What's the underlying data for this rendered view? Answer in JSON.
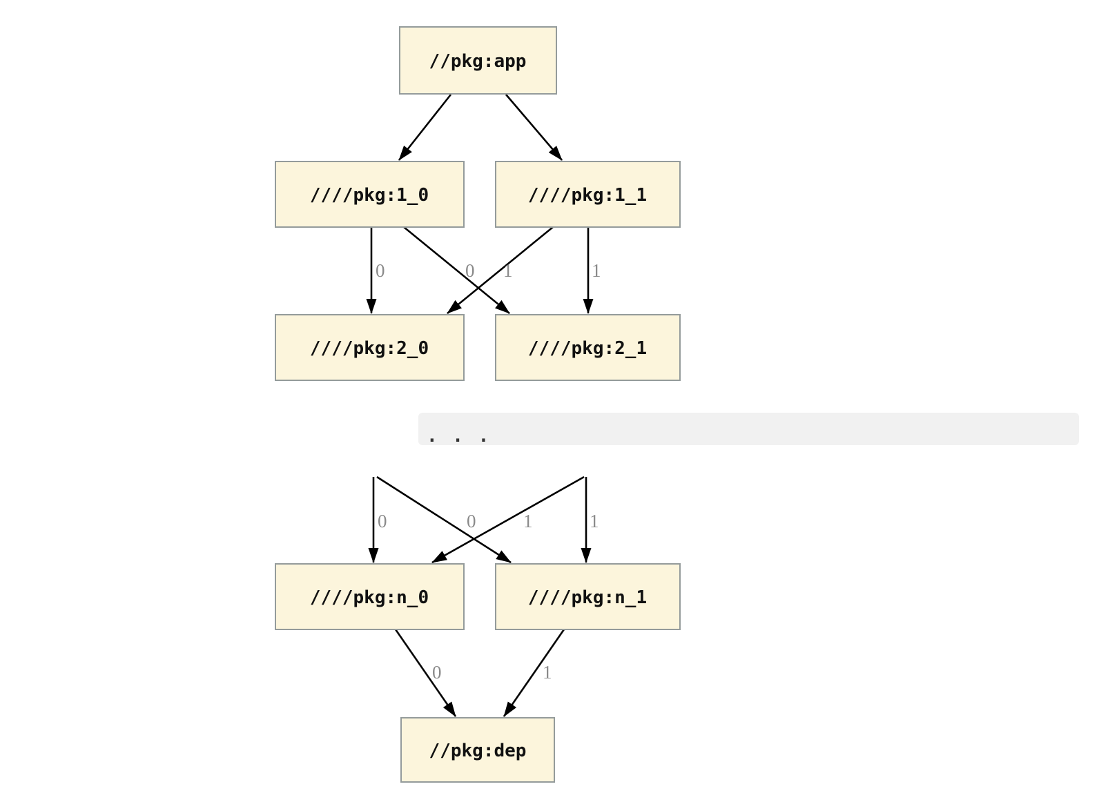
{
  "graph": {
    "description": "Dependency graph of packages with version-selection edge labels",
    "nodes": [
      {
        "id": "app",
        "label": "//pkg:app"
      },
      {
        "id": "1_0",
        "label": "////pkg:1_0"
      },
      {
        "id": "1_1",
        "label": "////pkg:1_1"
      },
      {
        "id": "2_0",
        "label": "////pkg:2_0"
      },
      {
        "id": "2_1",
        "label": "////pkg:2_1"
      },
      {
        "id": "n_0",
        "label": "////pkg:n_0"
      },
      {
        "id": "n_1",
        "label": "////pkg:n_1"
      },
      {
        "id": "dep",
        "label": "//pkg:dep"
      }
    ],
    "edges": [
      {
        "from": "//pkg:app",
        "to": "////pkg:1_0",
        "label": ""
      },
      {
        "from": "//pkg:app",
        "to": "////pkg:1_1",
        "label": ""
      },
      {
        "from": "////pkg:1_0",
        "to": "////pkg:2_0",
        "label": "0"
      },
      {
        "from": "////pkg:1_0",
        "to": "////pkg:2_1",
        "label": "1"
      },
      {
        "from": "////pkg:1_1",
        "to": "////pkg:2_0",
        "label": "0"
      },
      {
        "from": "////pkg:1_1",
        "to": "////pkg:2_1",
        "label": "1"
      },
      {
        "from": "...",
        "to": "////pkg:n_0",
        "label": "0"
      },
      {
        "from": "...",
        "to": "////pkg:n_1",
        "label": "1"
      },
      {
        "from": "...",
        "to": "////pkg:n_0",
        "label": "0"
      },
      {
        "from": "...",
        "to": "////pkg:n_1",
        "label": "1"
      },
      {
        "from": "////pkg:n_0",
        "to": "//pkg:dep",
        "label": "0"
      },
      {
        "from": "////pkg:n_1",
        "to": "//pkg:dep",
        "label": "1"
      }
    ],
    "ellipsis": ". . .",
    "colors": {
      "node_fill": "#fcf5dc",
      "node_border": "#949b9b",
      "edge": "#000000",
      "edge_label": "#8a8a8a",
      "ellipsis_bar": "#f1f1f1",
      "background": "#ffffff"
    }
  }
}
